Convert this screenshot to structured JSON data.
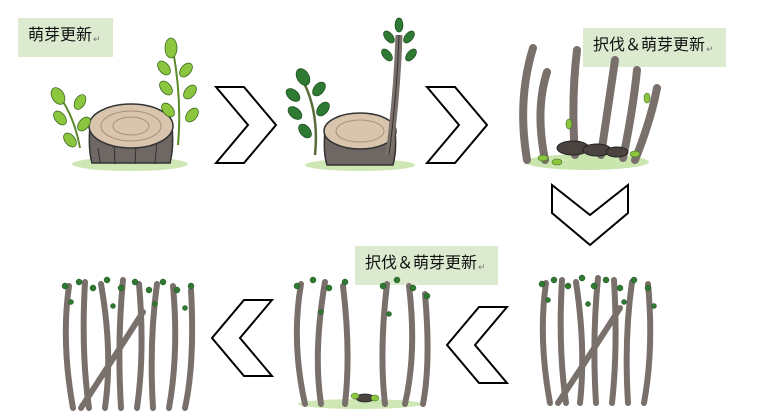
{
  "labels": {
    "stage1": "萌芽更新",
    "stage2": "択伐＆萌芽更新",
    "stage3": "択伐＆萌芽更新",
    "return_mark": "↵"
  },
  "colors": {
    "bark": "#7a706b",
    "bark_dark": "#4a4340",
    "leaf_light": "#8cc63f",
    "leaf_dark": "#2f7a32",
    "stump_cut": "#d9c4ad",
    "label_bg": "#dcebd0",
    "arrow_stroke": "#000000"
  },
  "icons": [
    "chevron-right-icon",
    "chevron-down-icon",
    "chevron-left-icon"
  ]
}
